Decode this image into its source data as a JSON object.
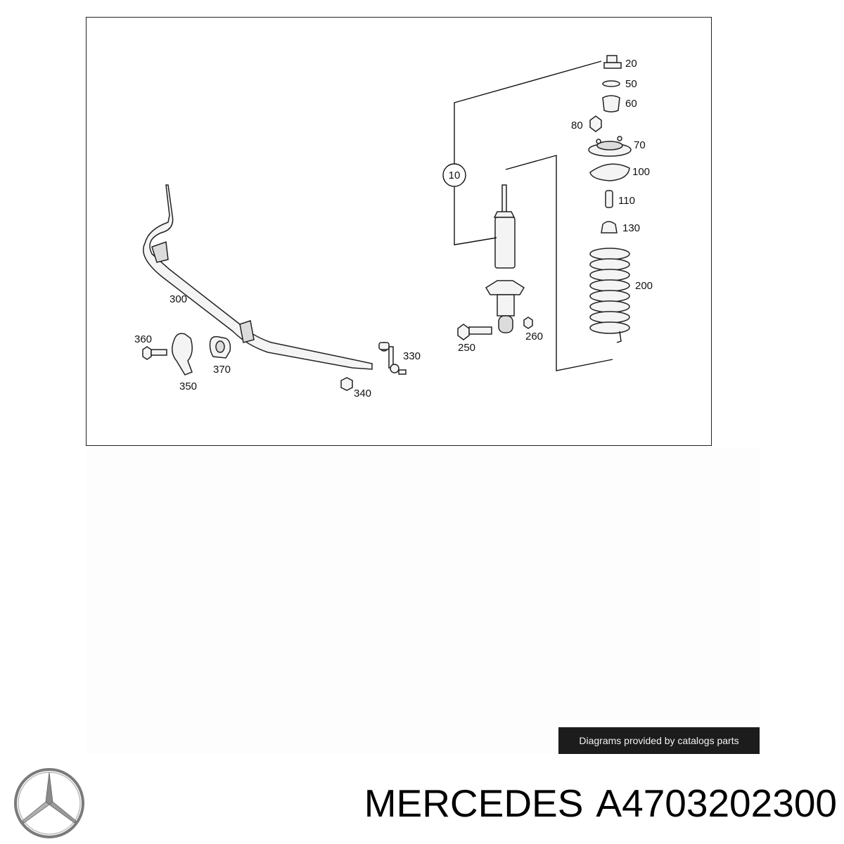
{
  "diagram": {
    "callouts": {
      "c20": "20",
      "c50": "50",
      "c60": "60",
      "c80": "80",
      "c70": "70",
      "c100": "100",
      "c110": "110",
      "c130": "130",
      "c200": "200",
      "c10": "10",
      "c250": "250",
      "c260": "260",
      "c300": "300",
      "c330": "330",
      "c340": "340",
      "c350": "350",
      "c360": "360",
      "c370": "370"
    }
  },
  "credit": {
    "text": "Diagrams provided by catalogs parts"
  },
  "brand": {
    "logo_icon": "mercedes-star-icon",
    "name": "MERCEDES",
    "part_number": "A4703202300"
  },
  "colors": {
    "line": "#222222",
    "badge_bg": "#1c1c1c",
    "badge_text": "#f2f2f2",
    "logo": "#7a7a7a"
  }
}
